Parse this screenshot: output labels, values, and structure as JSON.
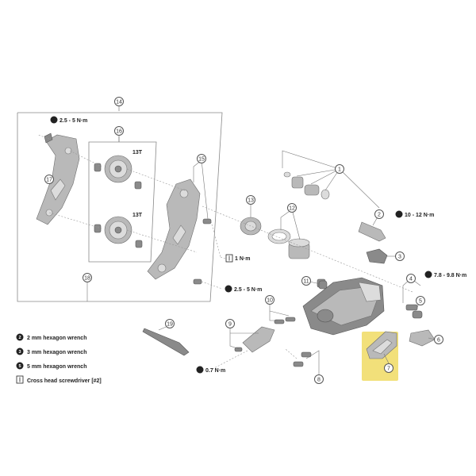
{
  "colors": {
    "highlight": "#f2e07a",
    "part": "#b9b9b9",
    "line": "#777777"
  },
  "callouts": [
    "1",
    "2",
    "3",
    "4",
    "5",
    "6",
    "7",
    "8",
    "9",
    "10",
    "11",
    "12",
    "13",
    "14",
    "15",
    "16",
    "17",
    "18",
    "19"
  ],
  "teeth": {
    "upper": "13T",
    "lower": "13T"
  },
  "torques": {
    "t_top_left": {
      "tool": "3",
      "value": "2.5 - 5 N·m"
    },
    "t_mid": {
      "tool": "3",
      "value": "2.5 - 5 N·m"
    },
    "t_right_upper": {
      "tool": "5",
      "value": "10 - 12 N·m"
    },
    "t_right_mid": {
      "tool": "5",
      "value": "7.8 - 9.8 N·m"
    },
    "t_bottom": {
      "tool": "2",
      "value": "0.7 N·m"
    },
    "t_screw": {
      "tool": "screwdriver-icon",
      "value": "1 N·m"
    }
  },
  "legend": [
    {
      "tool": "2",
      "label": "2 mm hexagon wrench"
    },
    {
      "tool": "3",
      "label": "3 mm hexagon wrench"
    },
    {
      "tool": "5",
      "label": "5 mm hexagon wrench"
    },
    {
      "tool": "screwdriver-icon",
      "label": "Cross head screwdriver [#2]"
    }
  ]
}
